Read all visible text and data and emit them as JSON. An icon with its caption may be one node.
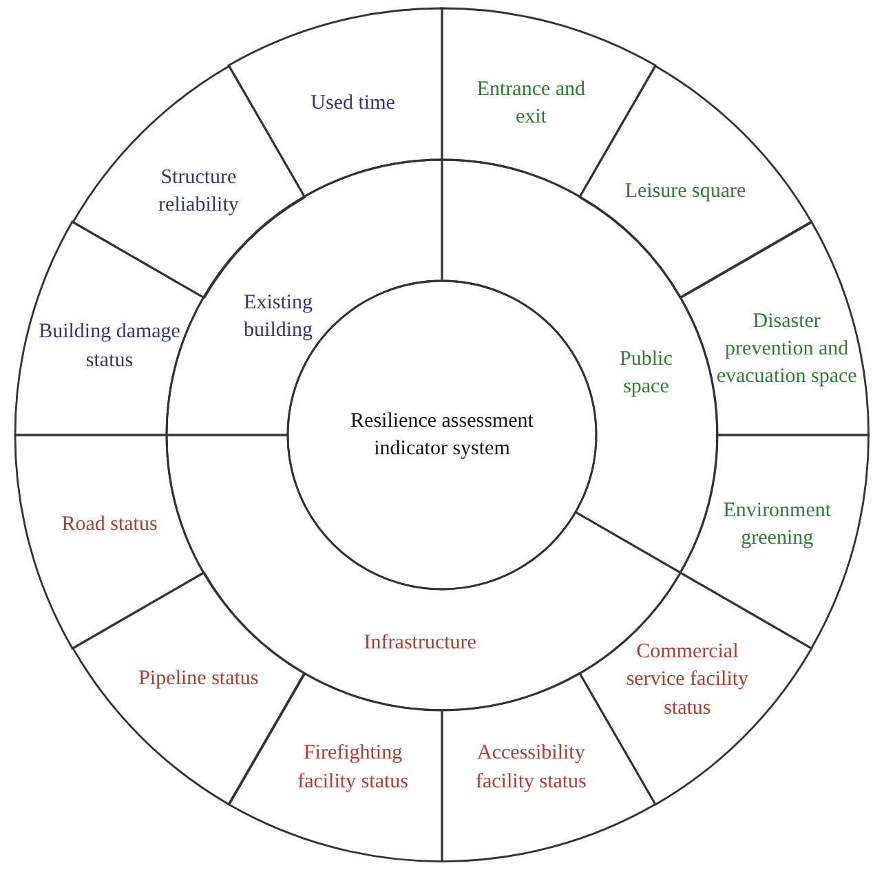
{
  "diagram": {
    "nodes": [
      {
        "text": [
          "Resilience assessment indicator system"
        ]
      },
      {
        "text": [
          "Existing building"
        ]
      },
      {
        "text": [
          "Public space"
        ]
      },
      {
        "text": [
          "Infrastructure"
        ]
      },
      {
        "text": [
          "Used time"
        ]
      },
      {
        "text": [
          "Entrance and exit"
        ]
      },
      {
        "text": [
          "Structure reliability"
        ]
      },
      {
        "text": [
          "Leisure square"
        ]
      },
      {
        "text": [
          "Building damage status"
        ]
      },
      {
        "text": [
          "Disaster prevention and evacuation space"
        ]
      },
      {
        "text": [
          "Road status"
        ]
      },
      {
        "text": [
          "Environment greening"
        ]
      },
      {
        "text": [
          "Pipeline status"
        ]
      },
      {
        "text": [
          "Commercial service facility status"
        ]
      },
      {
        "text": [
          "Firefighting facility status"
        ]
      },
      {
        "text": [
          "Accessibility facility status"
        ]
      }
    ]
  }
}
